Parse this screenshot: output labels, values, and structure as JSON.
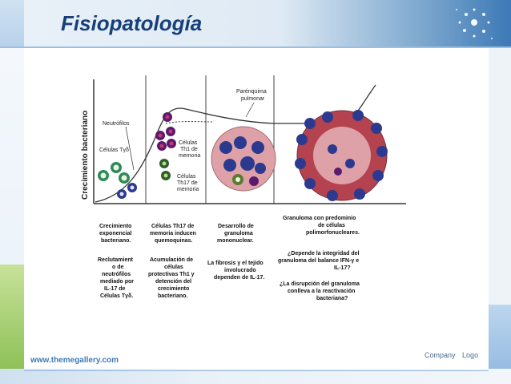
{
  "slide": {
    "title": "Fisiopatología",
    "footer_url": "www.themegallery.com",
    "company": "Company",
    "logo": "Logo"
  },
  "figure": {
    "y_axis_label": "Crecimiento bacteriano",
    "labels": {
      "parenquima": [
        "Parénquima",
        "pulmonar"
      ],
      "neutrofilos": "Neutrófilos",
      "celulas_tgd": "Células Tγδ",
      "th1": [
        "Células",
        "Th1 de",
        "memoria"
      ],
      "th17": [
        "Células",
        "Th17 de",
        "memoria"
      ]
    },
    "columns": [
      {
        "top": [
          "Crecimiento",
          "exponencial",
          "bacteriano."
        ],
        "bottom": [
          "Reclutamient",
          "o de",
          "neutrófilos",
          "mediado por",
          "IL-17 de",
          "Células Tγδ."
        ]
      },
      {
        "top": [
          "Células Th17 de",
          "memoria inducen",
          "quemoquinas."
        ],
        "bottom": [
          "Acumulación de",
          "células",
          "protectivas Th1 y",
          "detención del",
          "crecimiento",
          "bacteriano."
        ]
      },
      {
        "top": [
          "Desarrollo de",
          "granuloma",
          "mononuclear."
        ],
        "bottom": [
          "La fibrosis y el tejido",
          "involucrado",
          "dependen de IL-17."
        ]
      },
      {
        "top": [
          "Granuloma con predominio",
          "de células",
          "polimorfonucleares."
        ],
        "bottom": [
          "¿Depende la integridad del",
          "granuloma del balance IFN-γ e",
          "IL-17?",
          "",
          "¿La disrupción del granuloma",
          "conlleva a la reactivación",
          "bacteriana?"
        ]
      }
    ]
  },
  "colors": {
    "title": "#173f7a",
    "accent_blue": "#3d79b6",
    "accent_green": "#8fc158"
  },
  "icons": [
    "star-burst-icon"
  ]
}
